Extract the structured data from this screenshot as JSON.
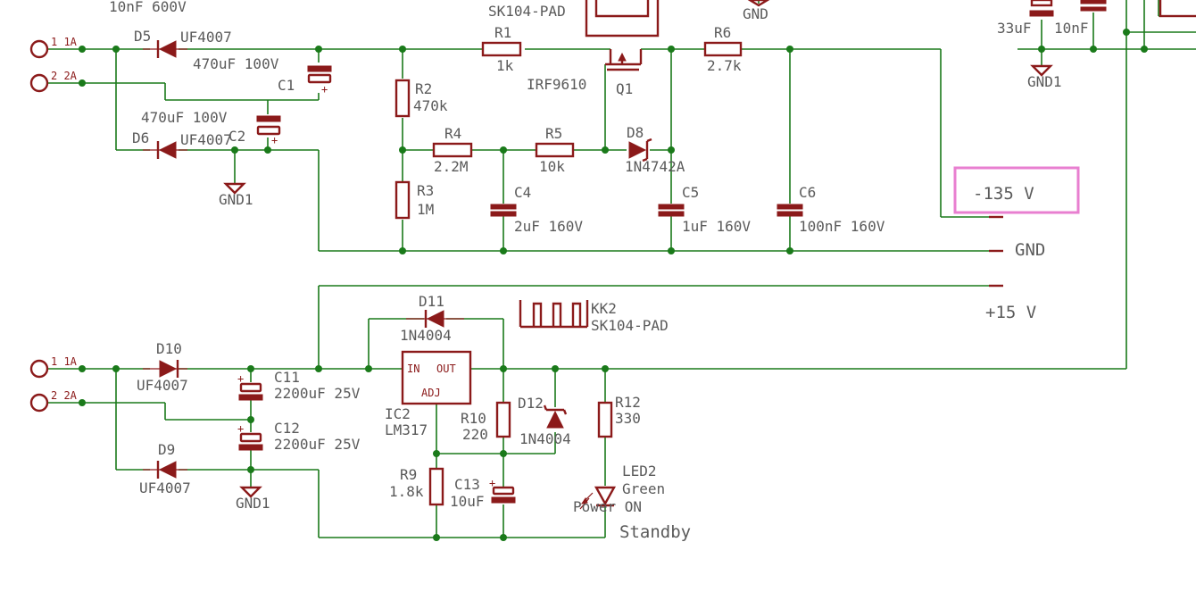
{
  "labels": {
    "top_cap": "10nF 600V",
    "kk1": "SK104-PAD",
    "gnd_top": "GND",
    "c3_frag": "33uF",
    "c3_10nf": "10nF",
    "gnd1_tr": "GND1",
    "j1_pin1": "1 1A",
    "j1_pin2": "2 2A",
    "d5": "D5",
    "d5_val": "UF4007",
    "c1_val": "470uF 100V",
    "c1": "C1",
    "c2_val": "470uF 100V",
    "c2": "C2",
    "d6": "D6",
    "d6_val": "UF4007",
    "gnd1_a": "GND1",
    "r1": "R1",
    "r1_val": "1k",
    "q1_part": "IRF9610",
    "q1": "Q1",
    "r6": "R6",
    "r6_val": "2.7k",
    "r2": "R2",
    "r2_val": "470k",
    "r3": "R3",
    "r3_val": "1M",
    "r4": "R4",
    "r4_val": "2.2M",
    "r5": "R5",
    "r5_val": "10k",
    "d8": "D8",
    "d8_val": "1N4742A",
    "c4": "C4",
    "c4_val": "2uF 160V",
    "c5": "C5",
    "c5_val": "1uF 160V",
    "c6": "C6",
    "c6_val": "100nF 160V",
    "out_neg": "-135 V",
    "out_gnd": "GND",
    "out_pos": "+15 V",
    "d11": "D11",
    "d11_val": "1N4004",
    "kk2": "KK2",
    "kk2_val": "SK104-PAD",
    "j2_pin1": "1 1A",
    "j2_pin2": "2 2A",
    "d10": "D10",
    "d10_val": "UF4007",
    "c11": "C11",
    "c11_val": "2200uF 25V",
    "c12": "C12",
    "c12_val": "2200uF 25V",
    "d9": "D9",
    "d9_val": "UF4007",
    "gnd1_b": "GND1",
    "ic_in": "IN",
    "ic_out": "OUT",
    "ic_adj": "ADJ",
    "ic2": "IC2",
    "ic2_val": "LM317",
    "r10": "R10",
    "r10_val": "220",
    "d12": "D12",
    "d12_val": "1N4004",
    "r12": "R12",
    "r12_val": "330",
    "r9": "R9",
    "r9_val": "1.8k",
    "c13": "C13",
    "c13_val": "10uF",
    "led2": "LED2",
    "led2_color": "Green",
    "led2_desc": "Power ON",
    "standby": "Standby"
  },
  "colors": {
    "wire": "#1a7a1a",
    "part": "#8b1a1a",
    "text": "#5a5a5a",
    "highlight": "#e87fd0"
  }
}
